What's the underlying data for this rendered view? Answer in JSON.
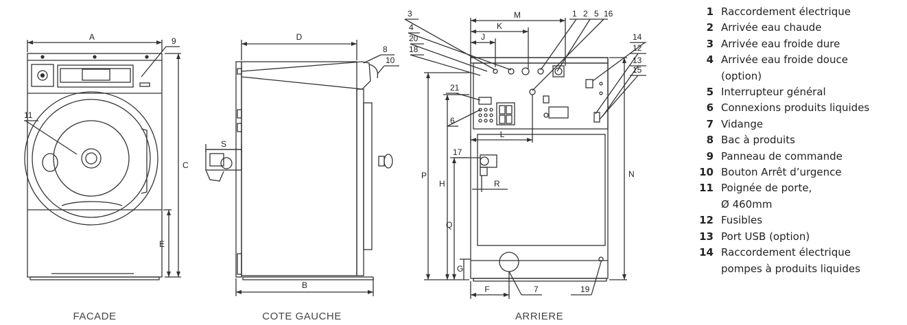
{
  "views": {
    "front": "FACADE",
    "left": "COTE GAUCHE",
    "rear": "ARRIERE"
  },
  "dimension_labels": {
    "A": "A",
    "B": "B",
    "C": "C",
    "D": "D",
    "E": "E",
    "F": "F",
    "G": "G",
    "H": "H",
    "J": "J",
    "K": "K",
    "L": "L",
    "M": "M",
    "N": "N",
    "P": "P",
    "Q": "Q",
    "R": "R",
    "S": "S"
  },
  "callouts": {
    "n1": "1",
    "n2": "2",
    "n3": "3",
    "n4": "4",
    "n5": "5",
    "n6": "6",
    "n7": "7",
    "n8": "8",
    "n9": "9",
    "n10": "10",
    "n11": "11",
    "n12": "12",
    "n13": "13",
    "n14": "14",
    "n15": "15",
    "n16": "16",
    "n17": "17",
    "n18": "18",
    "n19": "19",
    "n20": "20",
    "n21": "21"
  },
  "legend": [
    {
      "num": "1",
      "text": "Raccordement électrique"
    },
    {
      "num": "2",
      "text": "Arrivée eau chaude"
    },
    {
      "num": "3",
      "text": "Arrivée eau froide dure"
    },
    {
      "num": "4",
      "text": "Arrivée eau froide douce\n(option)"
    },
    {
      "num": "5",
      "text": "Interrupteur général"
    },
    {
      "num": "6",
      "text": "Connexions produits liquides"
    },
    {
      "num": "7",
      "text": "Vidange"
    },
    {
      "num": "8",
      "text": "Bac à produits"
    },
    {
      "num": "9",
      "text": "Panneau de commande"
    },
    {
      "num": "10",
      "text": "Bouton Arrêt d’urgence"
    },
    {
      "num": "11",
      "text": "Poignée de porte,\nØ 460mm"
    },
    {
      "num": "12",
      "text": "Fusibles"
    },
    {
      "num": "13",
      "text": "Port USB (option)"
    },
    {
      "num": "14",
      "text": "Raccordement électrique\npompes à produits liquides"
    }
  ]
}
